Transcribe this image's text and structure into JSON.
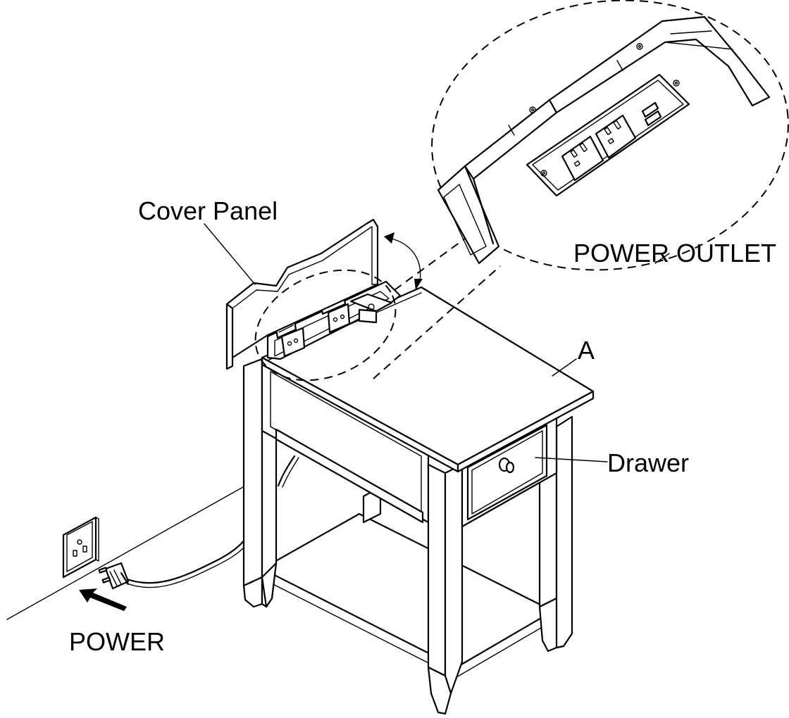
{
  "labels": {
    "cover_panel": "Cover Panel",
    "power_outlet": "POWER OUTLET",
    "part_a": "A",
    "drawer": "Drawer",
    "power": "POWER"
  },
  "icons": [
    "wall-socket-icon",
    "plug-icon",
    "arrow-icon",
    "hinge-icon",
    "outlet-icon",
    "usb-port-icon",
    "knob-icon"
  ]
}
